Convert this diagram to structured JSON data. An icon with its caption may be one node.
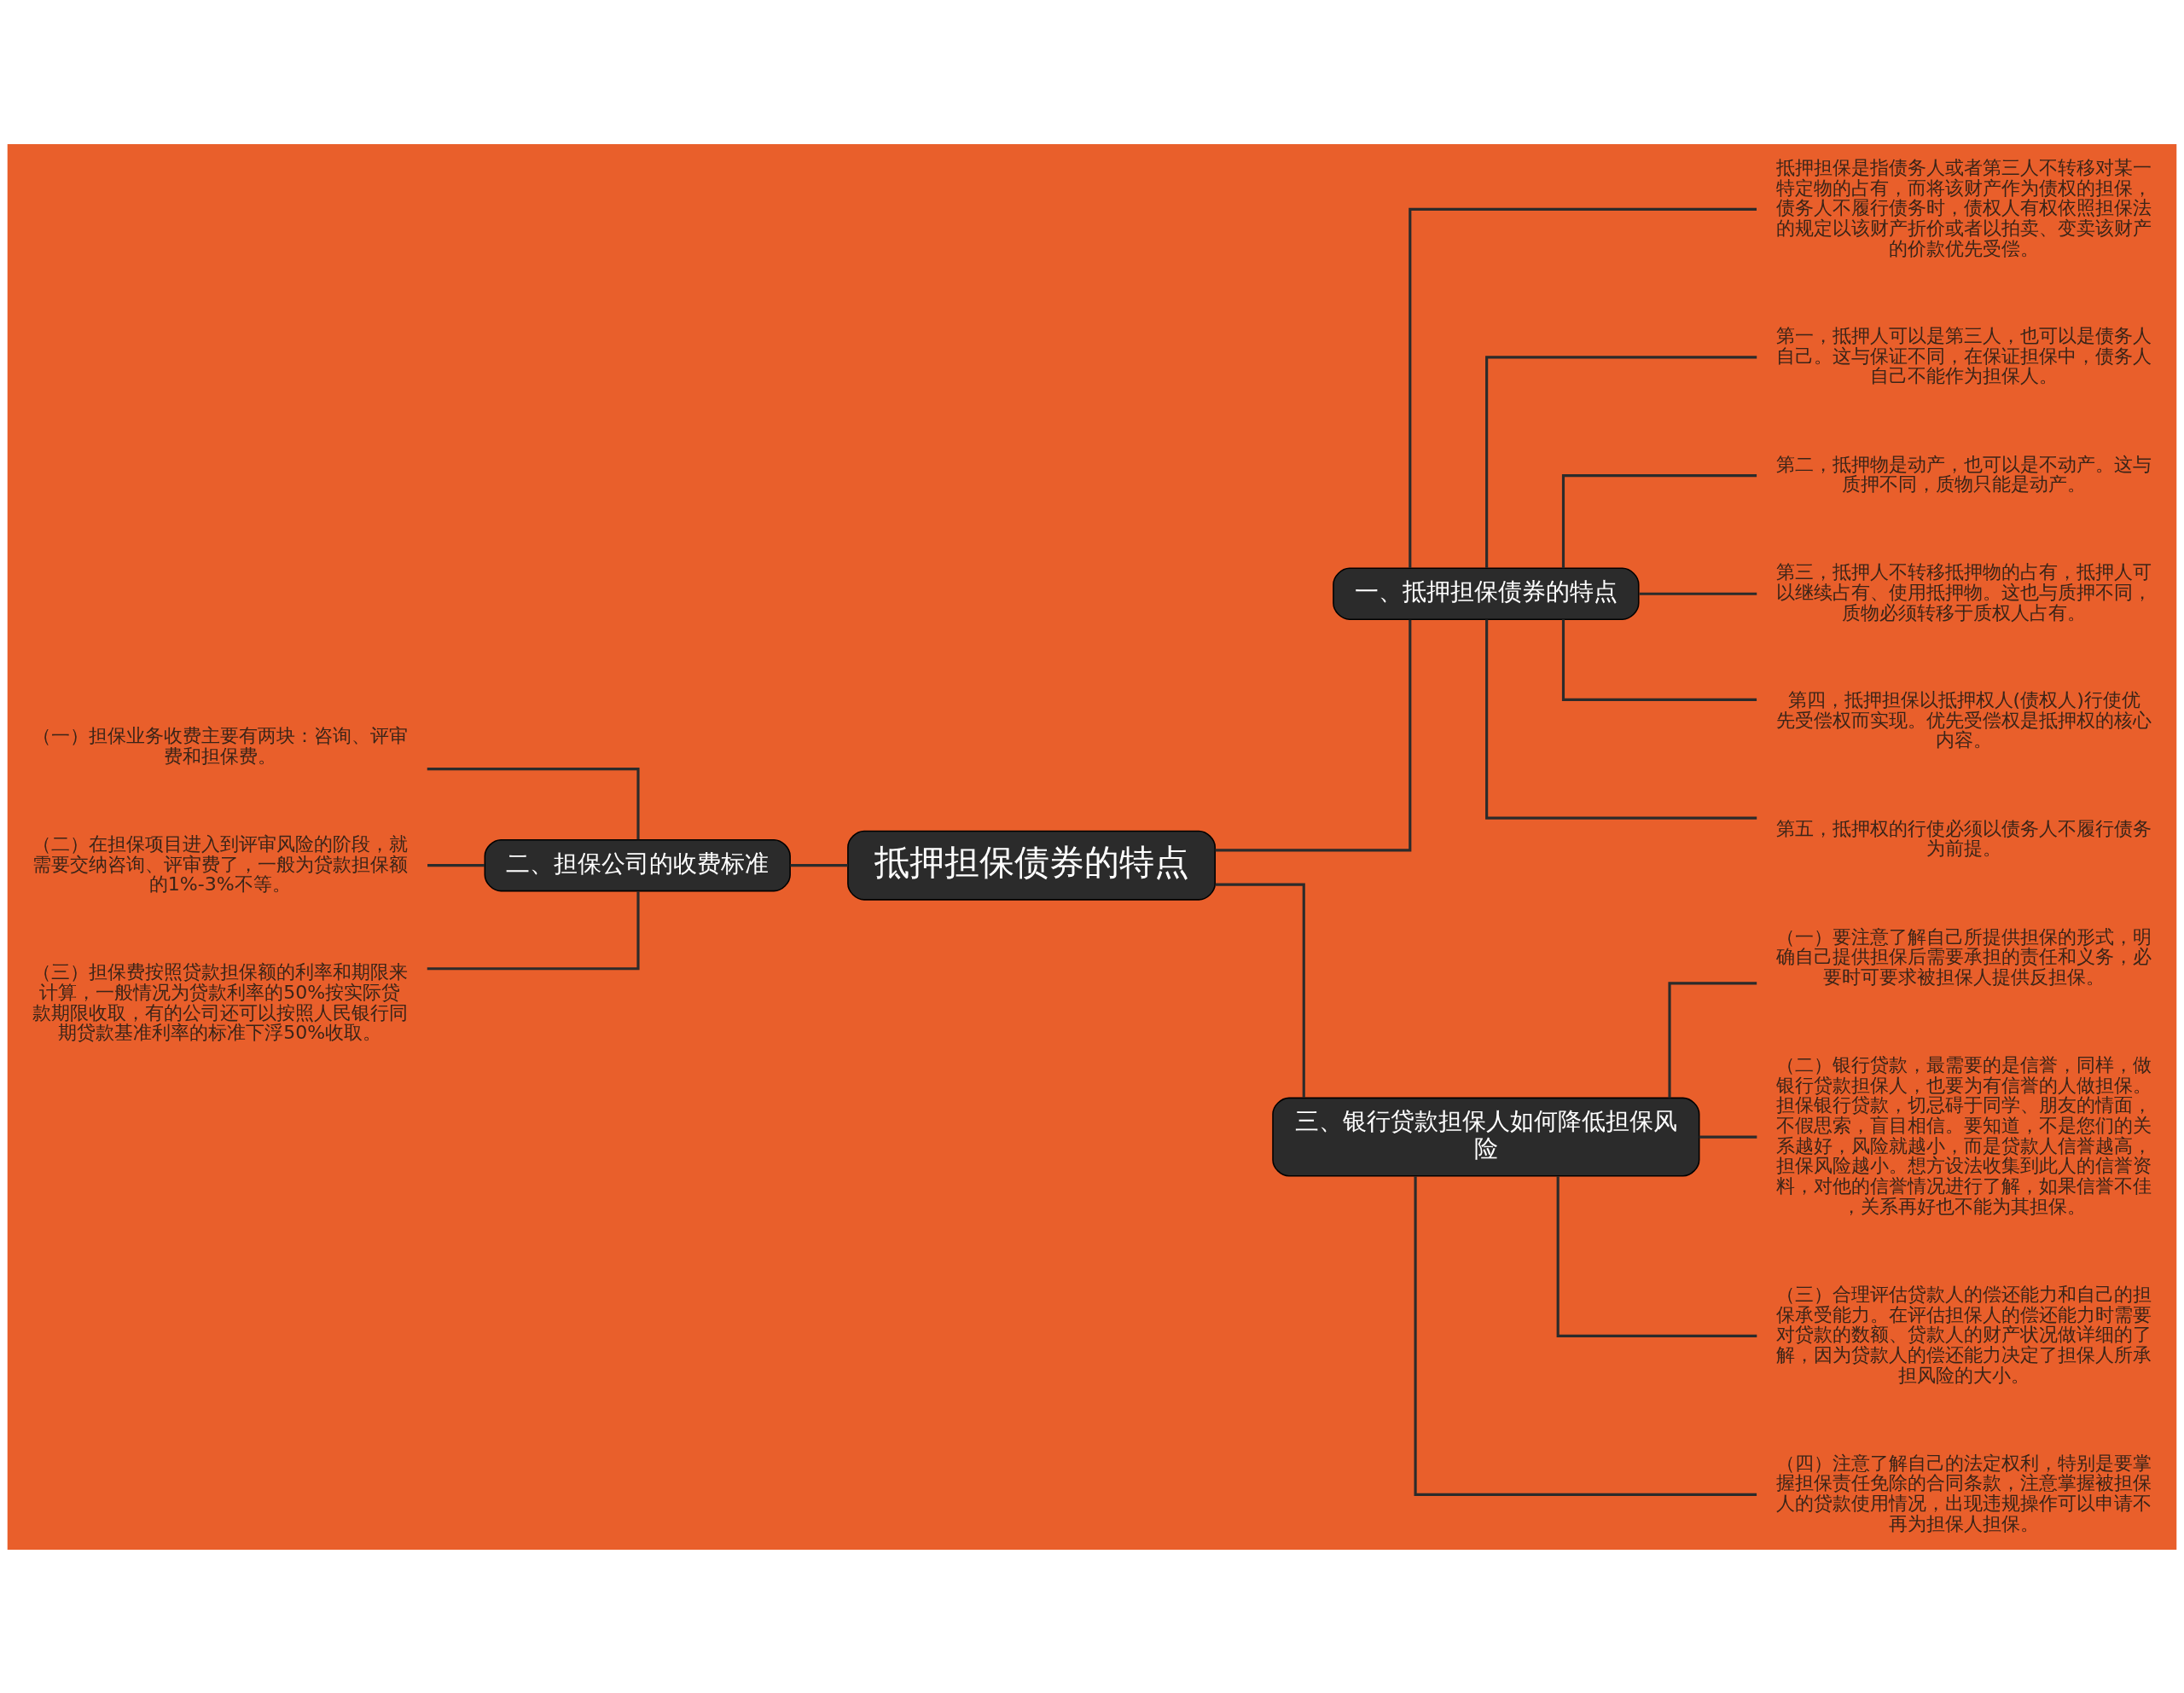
{
  "diagram": {
    "nodes": [
      {
        "text": [
          "抵押担保债券的特点"
        ]
      },
      {
        "text": [
          "一、抵押担保债券的特点"
        ]
      },
      {
        "text": [
          "抵押担保是指债务人或者第三人不转移对某一特定物的占有，而将该财产作为债权的担保，债务人不履行债务时，债权人有权依照担保法的规定以该财产折价或者以拍卖、变卖该财产的价款优先受偿。"
        ]
      },
      {
        "text": [
          "第一，抵押人可以是第三人，也可以是债务人自己。这与保证不同，在保证担保中，债务人自己不能作为担保人。"
        ]
      },
      {
        "text": [
          "第二，抵押物是动产，也可以是不动产。这与质押不同，质物只能是动产。"
        ]
      },
      {
        "text": [
          "第三，抵押人不转移抵押物的占有，抵押人可以继续占有、使用抵押物。这也与质押不同，质物必须转移于质权人占有。"
        ]
      },
      {
        "text": [
          "第四，抵押担保以抵押权人(债权人)行使优先受偿权而实现。优先受偿权是抵押权的核心内容。"
        ]
      },
      {
        "text": [
          "第五，抵押权的行使必须以债务人不履行债务为前提。"
        ]
      },
      {
        "text": [
          "二、担保公司的收费标准"
        ]
      },
      {
        "text": [
          "（一）担保业务收费主要有两块：咨询、评审费和担保费。"
        ]
      },
      {
        "text": [
          "（二）在担保项目进入到评审风险的阶段，就需要交纳咨询、评审费了，一般为贷款担保额的1%-3%不等。"
        ]
      },
      {
        "text": [
          "（三）担保费按照贷款担保额的利率和期限来计算，一般情况为贷款利率的50%按实际贷款期限收取，有的公司还可以按照人民银行同期贷款基准利率的标准下浮50%收取。"
        ]
      },
      {
        "text": [
          "三、银行贷款担保人如何降低担保风险"
        ]
      },
      {
        "text": [
          "（一）要注意了解自己所提供担保的形式，明确自己提供担保后需要承担的责任和义务，必要时可要求被担保人提供反担保。"
        ]
      },
      {
        "text": [
          "（二）银行贷款，最需要的是信誉，同样，做银行贷款担保人，也要为有信誉的人做担保。担保银行贷款，切忌碍于同学、朋友的情面，不假思索，盲目相信。要知道，不是您们的关系越好，风险就越小，而是贷款人信誉越高，担保风险越小。想方设法收集到此人的信誉资料，对他的信誉情况进行了解，如果信誉不佳，关系再好也不能为其担保。"
        ]
      },
      {
        "text": [
          "（三）合理评估贷款人的偿还能力和自己的担保承受能力。在评估担保人的偿还能力时需要对贷款的数额、贷款人的财产状况做详细的了解，因为贷款人的偿还能力决定了担保人所承担风险的大小。"
        ]
      },
      {
        "text": [
          "（四）注意了解自己的法定权利，特别是要掌握担保责任免除的合同条款，注意掌握被担保人的贷款使用情况，出现违规操作可以申请不再为担保人担保。"
        ]
      }
    ],
    "edges": [
      {
        "from": 0,
        "to": 1,
        "arrow": "none"
      },
      {
        "from": 1,
        "to": 2,
        "arrow": "none"
      },
      {
        "from": 1,
        "to": 3,
        "arrow": "none"
      },
      {
        "from": 1,
        "to": 4,
        "arrow": "none"
      },
      {
        "from": 1,
        "to": 5,
        "arrow": "none"
      },
      {
        "from": 1,
        "to": 6,
        "arrow": "none"
      },
      {
        "from": 1,
        "to": 7,
        "arrow": "none"
      },
      {
        "from": 0,
        "to": 8,
        "arrow": "none"
      },
      {
        "from": 8,
        "to": 9,
        "arrow": "none"
      },
      {
        "from": 8,
        "to": 10,
        "arrow": "none"
      },
      {
        "from": 8,
        "to": 11,
        "arrow": "none"
      },
      {
        "from": 0,
        "to": 12,
        "arrow": "none"
      },
      {
        "from": 12,
        "to": 13,
        "arrow": "none"
      },
      {
        "from": 12,
        "to": 14,
        "arrow": "none"
      },
      {
        "from": 12,
        "to": 15,
        "arrow": "none"
      },
      {
        "from": 12,
        "to": 16,
        "arrow": "none"
      }
    ]
  }
}
